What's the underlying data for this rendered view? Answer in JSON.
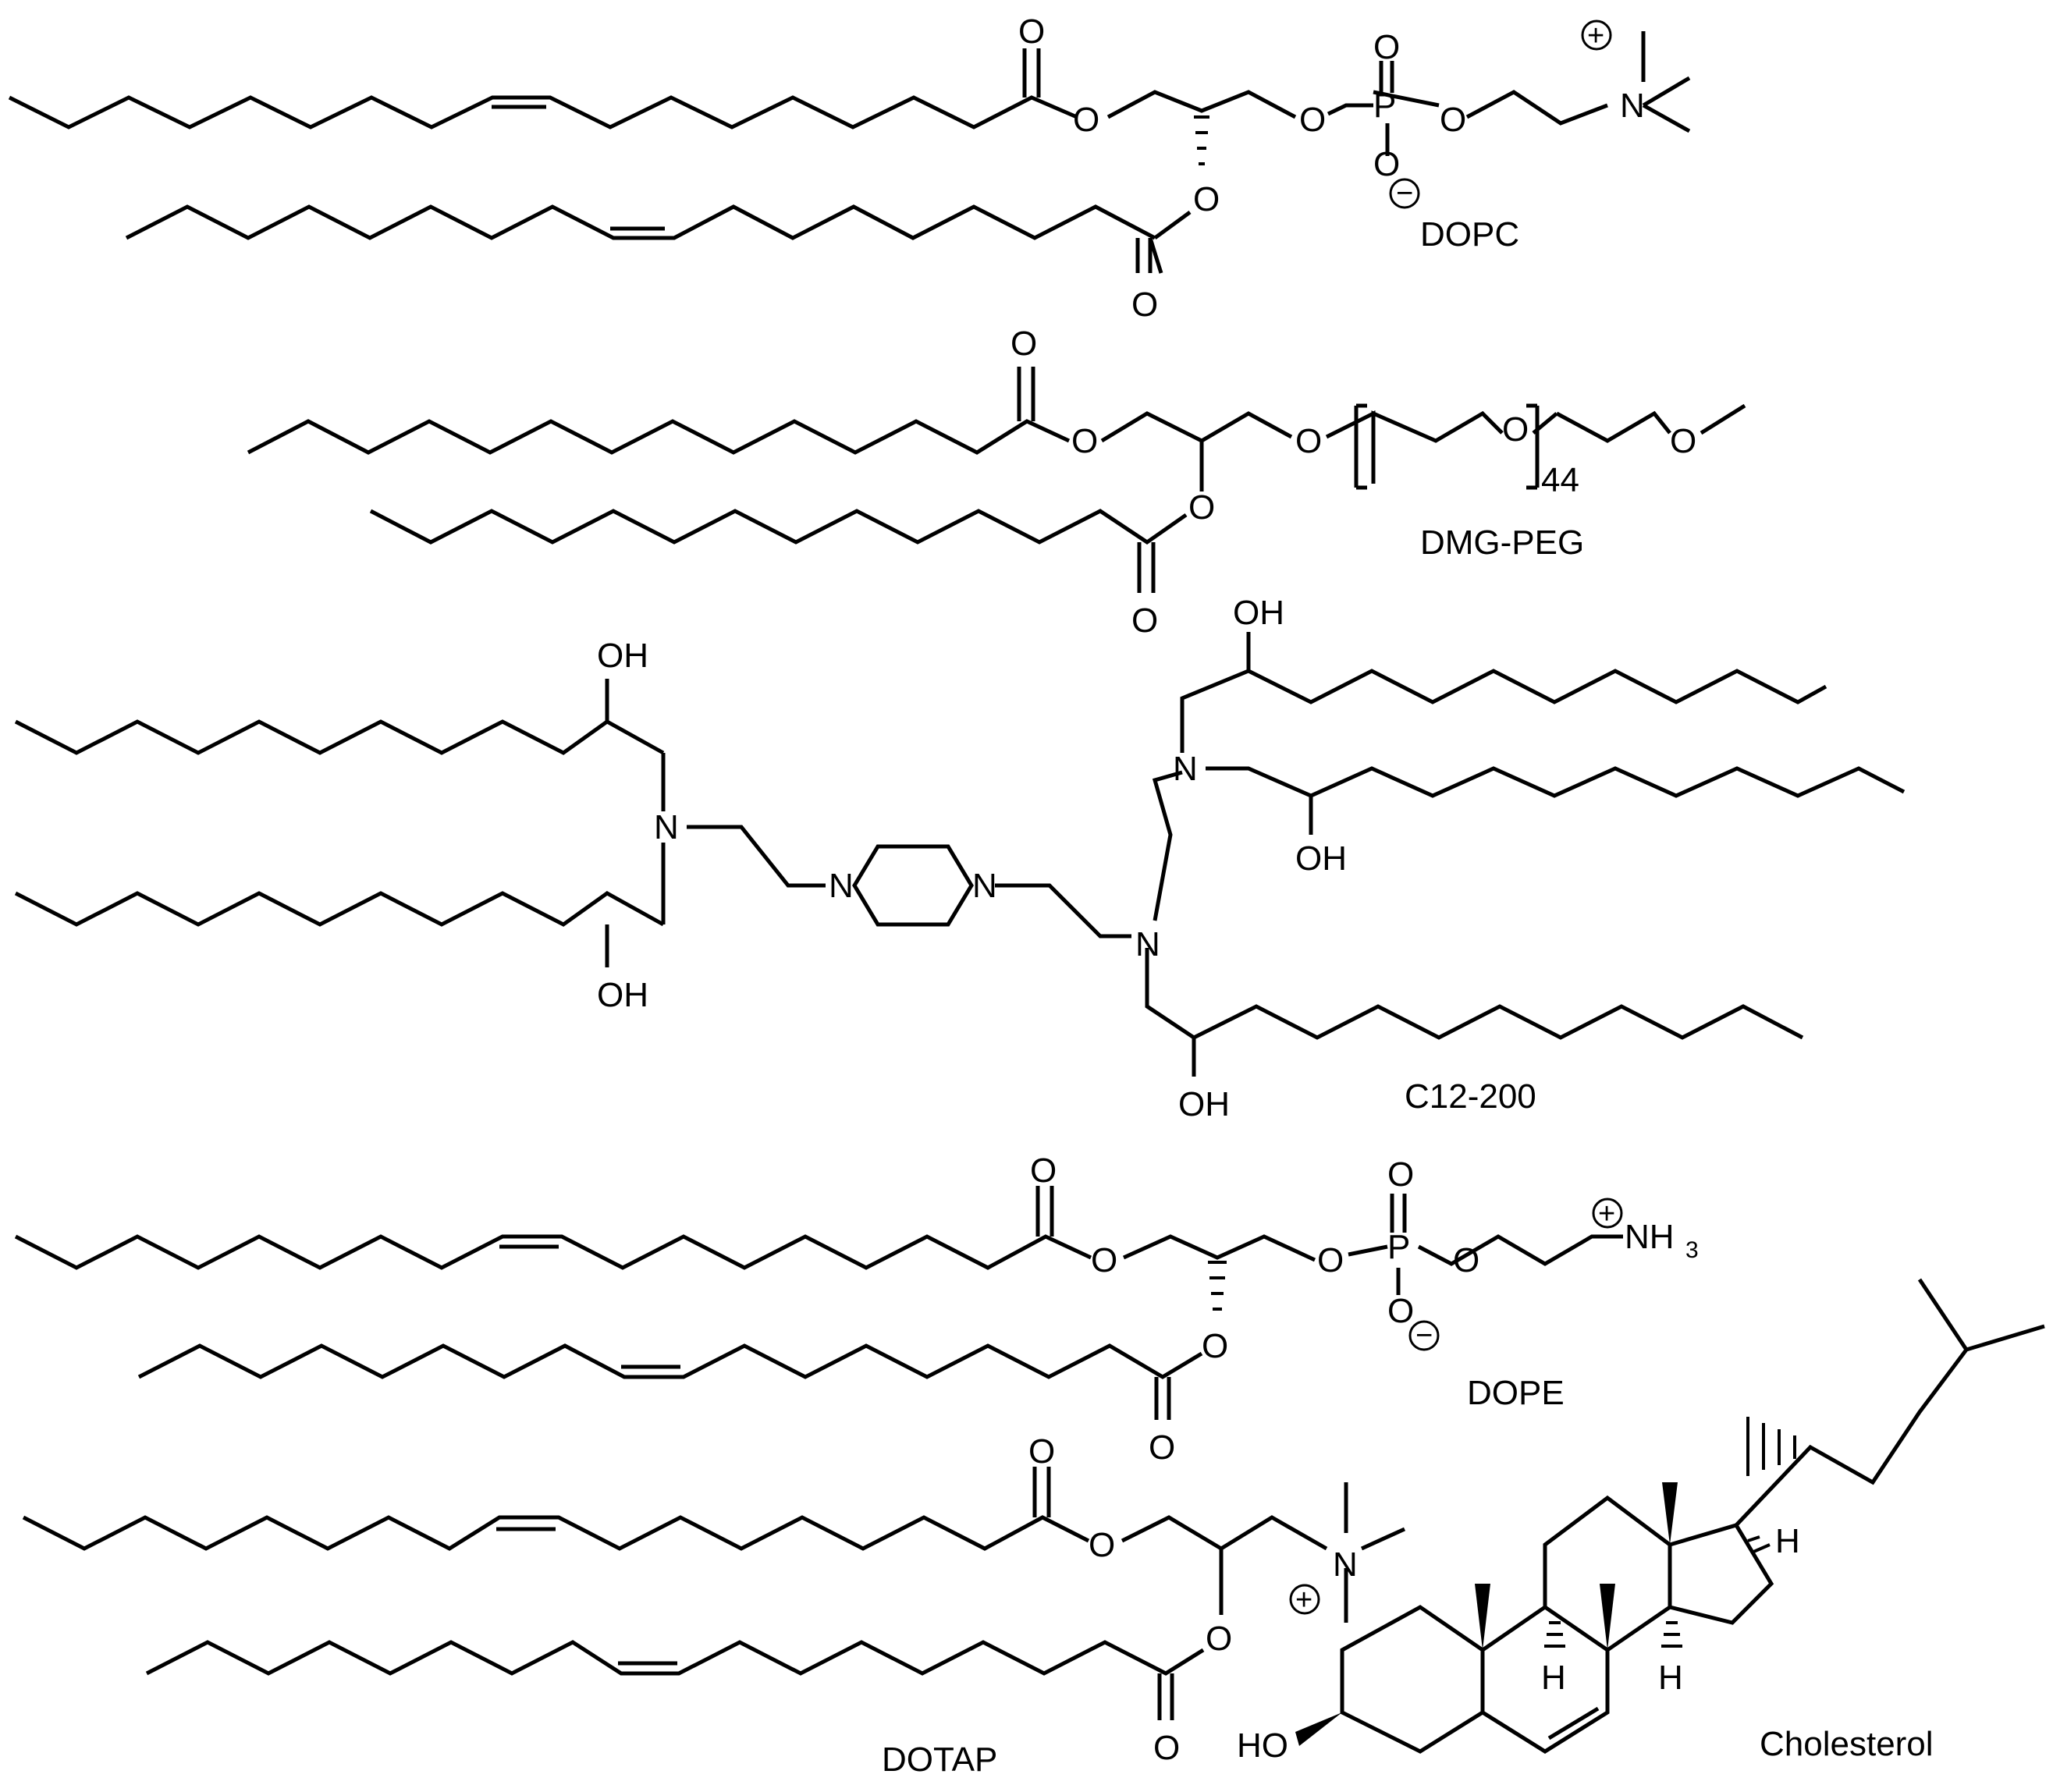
{
  "molecules": [
    {
      "name": "DOPC"
    },
    {
      "name": "DMG-PEG",
      "repeat_count": "44"
    },
    {
      "name": "C12-200"
    },
    {
      "name": "DOPE"
    },
    {
      "name": "DOTAP"
    },
    {
      "name": "Cholesterol"
    }
  ],
  "atoms": {
    "O": "O",
    "P": "P",
    "N": "N",
    "OH": "OH",
    "HO": "HO",
    "H": "H",
    "NH": "NH",
    "sub3": "3",
    "plus": "+",
    "minus": "−"
  }
}
